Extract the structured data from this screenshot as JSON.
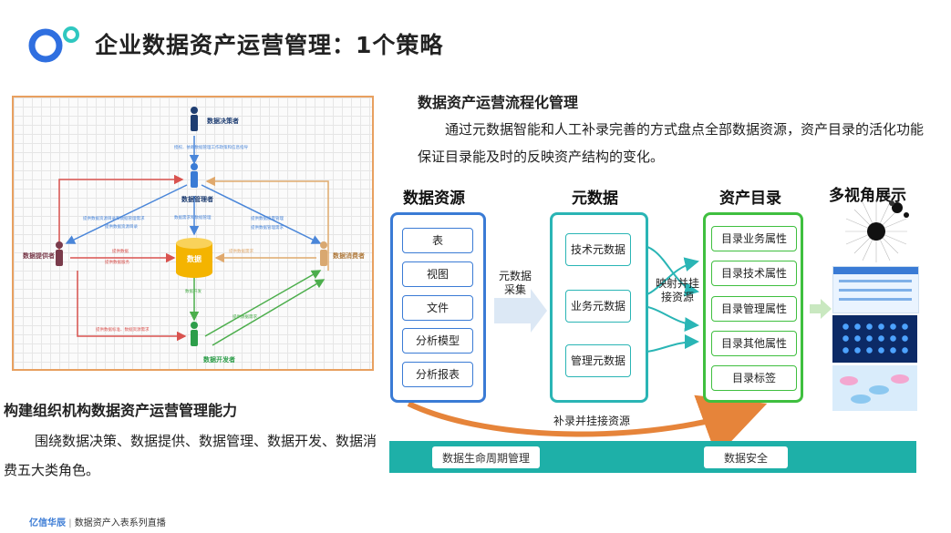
{
  "header": {
    "title": "企业数据资产运营管理：1个策略"
  },
  "left": {
    "heading": "构建组织机构数据资产运营管理能力",
    "paragraph": "围绕数据决策、数据提供、数据管理、数据开发、数据消费五大类角色。",
    "diagram": {
      "roles": {
        "decision": "数据决策者",
        "manager": "数据管理者",
        "provider": "数据提供者",
        "consumer": "数据消费者",
        "developer": "数据开发者",
        "center": "数据"
      },
      "notes": {
        "n1": "授权、依赖数据管理工作政策和信息指导",
        "n2": "提供数据资源目录和数据管理需求",
        "n3": "数据需求和数据管理",
        "n4": "提供数据质量管理",
        "n5": "提供数据",
        "n6": "提供数据资源目录",
        "n7": "提供数据管理需求",
        "n8": "提供数据需求",
        "n9": "数据开发",
        "n10": "提供数据标准、数据资源需求",
        "n11": "提供数据需求",
        "n12": "提供数据服务"
      }
    }
  },
  "right": {
    "heading": "数据资产运营流程化管理",
    "paragraph": "通过元数据智能和人工补录完善的方式盘点全部数据资源，资产目录的活化功能保证目录能及时的反映资产结构的变化。",
    "flow": {
      "col1_title": "数据资源",
      "col2_title": "元数据",
      "col3_title": "资产目录",
      "col4_title": "多视角展示",
      "resources": [
        "表",
        "视图",
        "文件",
        "分析模型",
        "分析报表"
      ],
      "metadata": [
        "技术元数据",
        "业务元数据",
        "管理元数据"
      ],
      "catalog": [
        "目录业务属性",
        "目录技术属性",
        "目录管理属性",
        "目录其他属性",
        "目录标签"
      ],
      "arrow1_label_line1": "元数据",
      "arrow1_label_line2": "采集",
      "arrow2_label_line1": "映射并挂",
      "arrow2_label_line2": "接资源",
      "bottom_label": "补录并挂接资源",
      "footer_left": "数据生命周期管理",
      "footer_right": "数据安全"
    }
  },
  "brand": {
    "name": "亿信华辰",
    "tagline": "数据资产入表系列直播"
  },
  "colors": {
    "blue": "#3a7bd5",
    "teal": "#2ab5b5",
    "green": "#3fbf3f",
    "footer": "#1eb0a8",
    "orange": "#e8a060"
  }
}
